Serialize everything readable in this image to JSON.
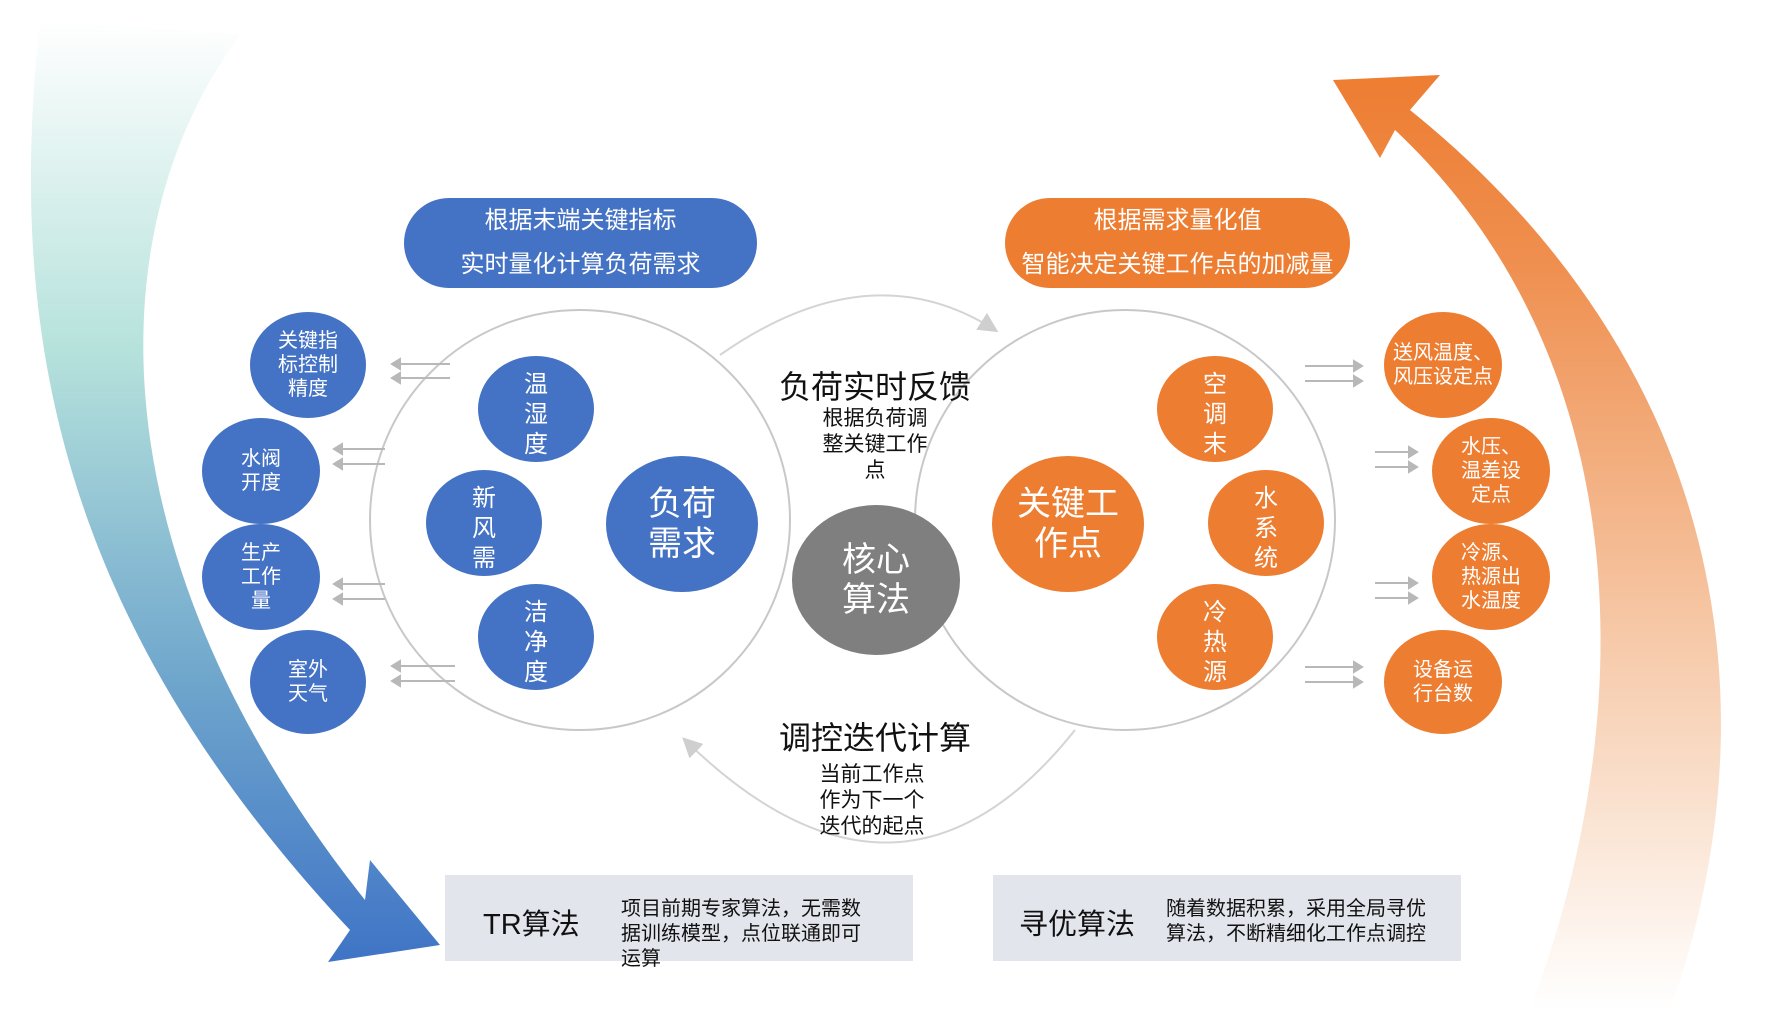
{
  "header_left": {
    "line1": "根据末端关键指标",
    "line2": "实时量化计算负荷需求"
  },
  "header_right": {
    "line1": "根据需求量化值",
    "line2": "智能决定关键工作点的加减量"
  },
  "left_inputs": [
    "关键指标控制精度",
    "水阀开度",
    "生产工作量",
    "室外天气"
  ],
  "left_factors": {
    "temp_humidity": "温湿度",
    "fresh_air": "新风需",
    "cleanliness": "洁净度"
  },
  "load_demand": "负荷需求",
  "core": "核心算法",
  "right_factors": {
    "ac": "空调末",
    "water": "水系统",
    "source": "冷热源"
  },
  "key_point": "关键工作点",
  "right_outputs": [
    "送风温度、风压设定点",
    "水压、温差设定点",
    "冷源、热源出水温度",
    "设备运行台数"
  ],
  "feedback": {
    "title": "负荷实时反馈",
    "sub": "根据负荷调整关键工作点"
  },
  "iteration": {
    "title": "调控迭代计算",
    "sub": "当前工作点作为下一个迭代的起点"
  },
  "tr": {
    "title": "TR算法",
    "desc": "项目前期专家算法，无需数据训练模型，点位联通即可运算"
  },
  "opt": {
    "title": "寻优算法",
    "desc": "随着数据积累，采用全局寻优算法，不断精细化工作点调控"
  },
  "colors": {
    "blue": "#4472C4",
    "orange": "#ED7D31",
    "gray": "#7F7F7F",
    "box": "#E3E5EC"
  }
}
